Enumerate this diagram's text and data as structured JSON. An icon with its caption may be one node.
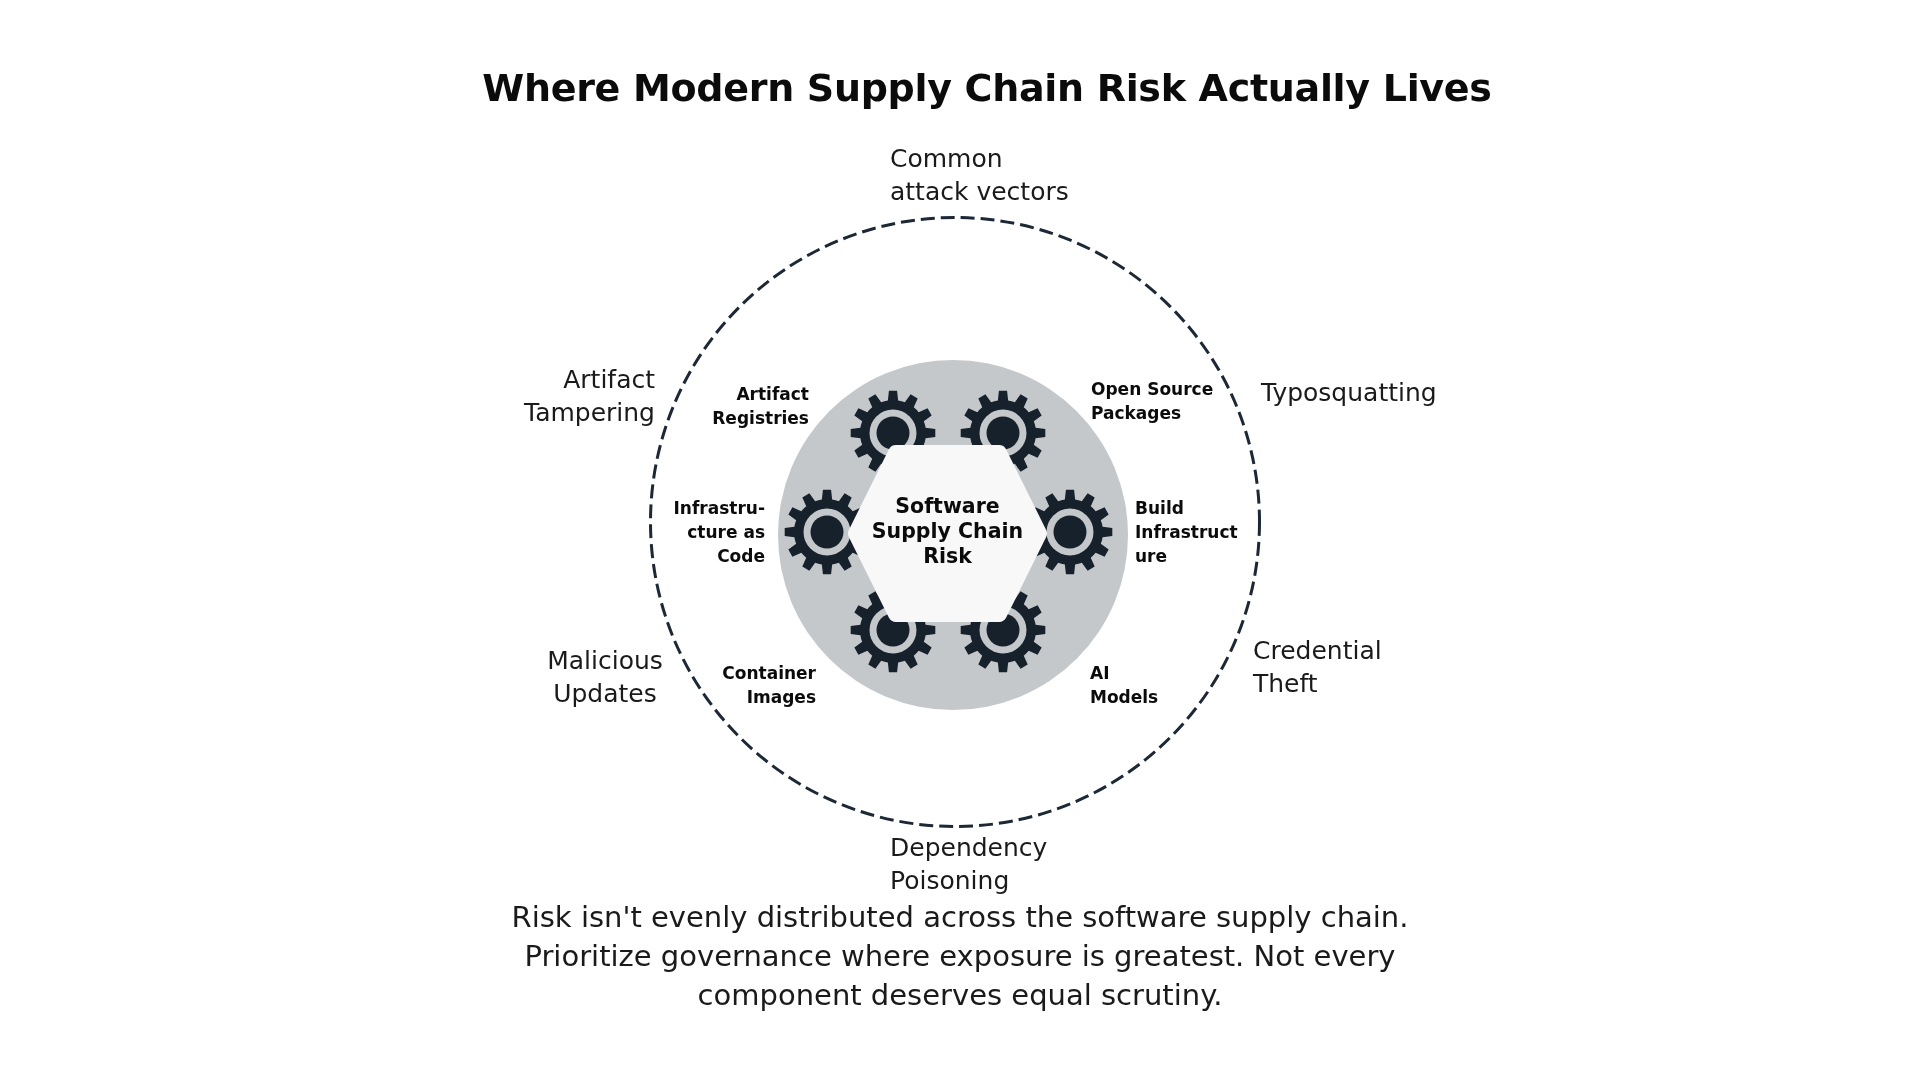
{
  "diagram": {
    "title": "Where Modern Supply Chain Risk Actually Lives",
    "caption": "Risk isn't evenly distributed across the software supply chain. Prioritize governance where exposure is greatest. Not every component deserves equal scrutiny.",
    "nodes": [
      {
        "text": [
          "Common attack vectors"
        ]
      },
      {
        "text": [
          "Software Supply Chain Risk"
        ],
        "in": 0
      }
    ],
    "labels": [
      "Artifact Tampering",
      "Artifact Registries",
      "Open Source Packages",
      "Typosquatting",
      "Infrastru- cture as Code",
      "Build Infrastruct ure",
      "Malicious Updates",
      "Container Images",
      "AI Models",
      "Credential Theft",
      "Dependency Poisoning"
    ]
  }
}
